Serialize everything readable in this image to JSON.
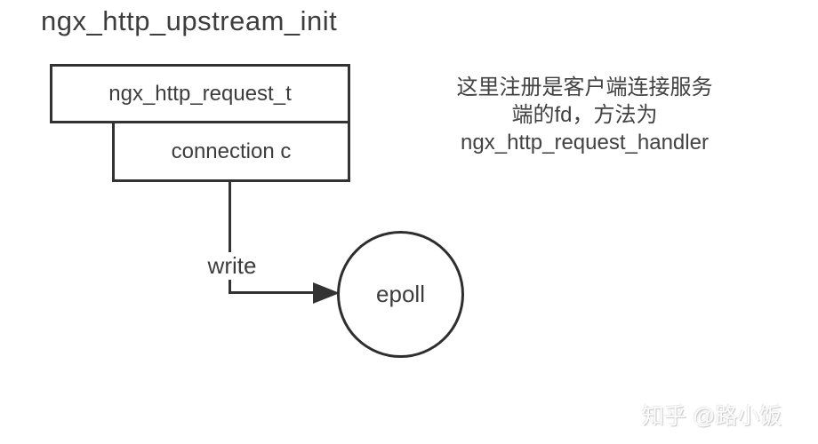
{
  "title": "ngx_http_upstream_init",
  "nodes": {
    "request_box_label": "ngx_http_request_t",
    "connection_box_label": "connection c",
    "epoll_circle_label": "epoll"
  },
  "edge": {
    "label": "write"
  },
  "annotation": {
    "lines": [
      "这里注册是客户端连接服务",
      "端的fd，方法为",
      "ngx_http_request_handler"
    ]
  },
  "watermark": "知乎 @路小饭",
  "colors": {
    "stroke": "#333333",
    "text": "#3d3d3d",
    "background": "#ffffff",
    "watermark_text": "#fdfdfd",
    "watermark_shadow": "#c6c6c6"
  }
}
